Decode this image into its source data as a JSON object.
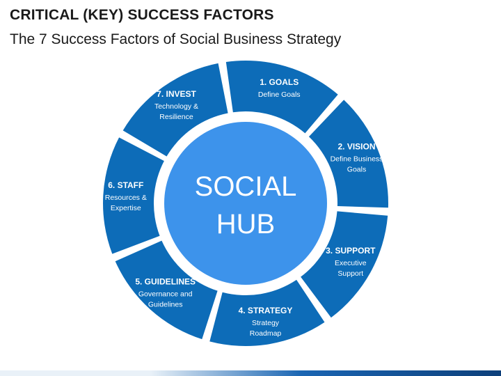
{
  "header": {
    "title": "CRITICAL (KEY) SUCCESS FACTORS",
    "subtitle": "The 7 Success Factors of Social Business Strategy"
  },
  "hub": {
    "lines": [
      "SOCIAL",
      "HUB"
    ],
    "color": "#3d93eb"
  },
  "segment_color": "#0d6cb8",
  "segments": [
    {
      "label": "1. GOALS",
      "desc": [
        "Define Goals"
      ]
    },
    {
      "label": "2. VISION",
      "desc": [
        "Define Business",
        "Goals"
      ]
    },
    {
      "label": "3. SUPPORT",
      "desc": [
        "Executive",
        "Support"
      ]
    },
    {
      "label": "4. STRATEGY",
      "desc": [
        "Strategy",
        "Roadmap"
      ]
    },
    {
      "label": "5. GUIDELINES",
      "desc": [
        "Governance and",
        "Guidelines"
      ]
    },
    {
      "label": "6. STAFF",
      "desc": [
        "Resources &",
        "Expertise"
      ]
    },
    {
      "label": "7. INVEST",
      "desc": [
        "Technology &",
        "Resilience"
      ]
    }
  ]
}
